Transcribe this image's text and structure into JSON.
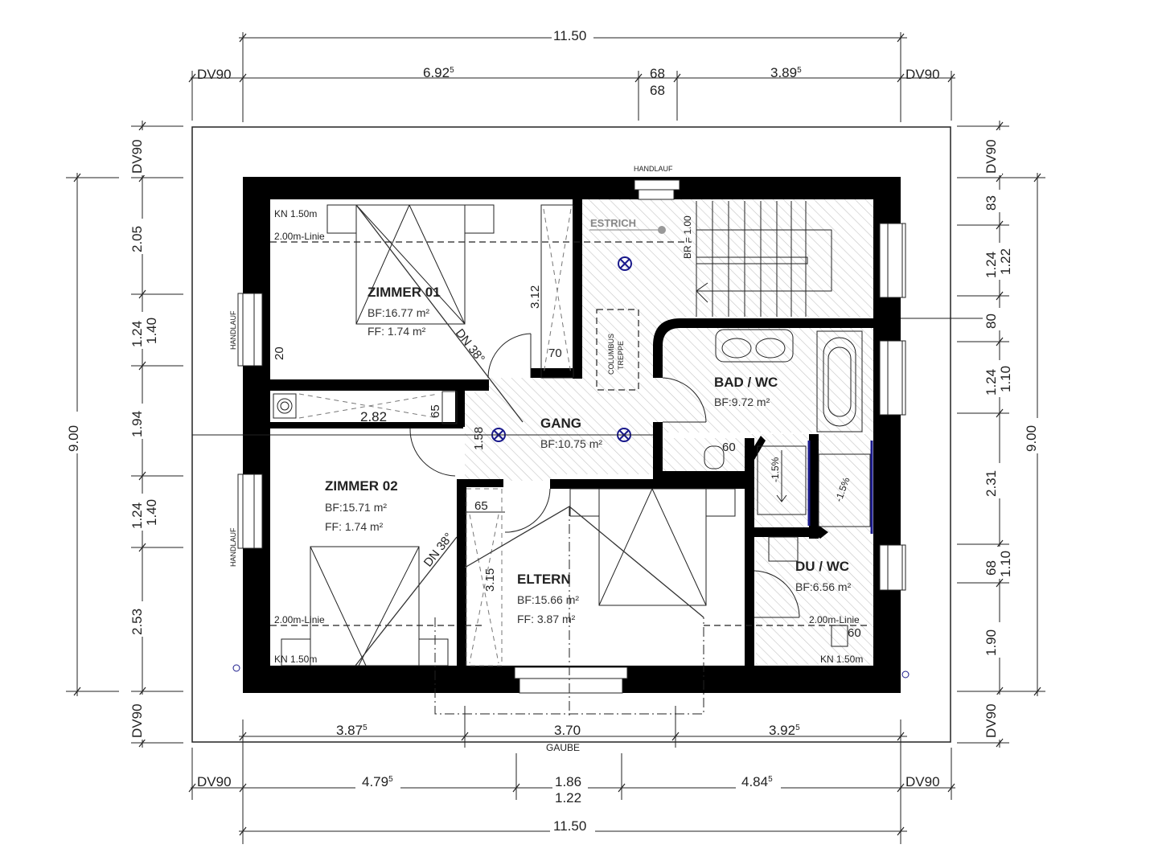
{
  "plan": {
    "dimensions_top": {
      "overall": "11.50",
      "dv_left": "DV90",
      "seg1": "6.92",
      "seg1_sup": "5",
      "mid_top": "68",
      "mid_bottom": "68",
      "seg3": "3.89",
      "seg3_sup": "5",
      "dv_right": "DV90"
    },
    "dimensions_bottom": {
      "seg1": "3.87",
      "seg1_sup": "5",
      "seg2": "3.70",
      "seg3": "3.92",
      "seg3_sup": "5",
      "gaube": "GAUBE",
      "dv_left": "DV90",
      "row2_seg1": "4.79",
      "row2_seg1_sup": "5",
      "row2_mid_top": "1.86",
      "row2_mid_bottom": "1.22",
      "row2_seg3": "4.84",
      "row2_seg3_sup": "5",
      "dv_right": "DV90",
      "overall": "11.50"
    },
    "dimensions_left": {
      "overall": "9.00",
      "dv_top": "DV90",
      "seg1": "2.05",
      "seg2_a": "1.24",
      "seg2_b": "1.40",
      "seg3": "1.94",
      "seg4_a": "1.24",
      "seg4_b": "1.40",
      "seg5": "2.53",
      "dv_bottom": "DV90"
    },
    "dimensions_right": {
      "overall": "9.00",
      "dv_top": "DV90",
      "seg1": "83",
      "seg2_a": "1.24",
      "seg2_b": "1.22",
      "seg3": "80",
      "seg4_a": "1.24",
      "seg4_b": "1.10",
      "seg5": "2.31",
      "seg6_a": "68",
      "seg6_b": "1.10",
      "seg7": "1.90",
      "dv_bottom": "DV90"
    },
    "rooms": [
      {
        "id": "zimmer01",
        "name": "ZIMMER 01",
        "bf": "BF:16.77 m²",
        "ff": "FF:  1.74 m²"
      },
      {
        "id": "zimmer02",
        "name": "ZIMMER 02",
        "bf": "BF:15.71 m²",
        "ff": "FF:  1.74 m²"
      },
      {
        "id": "gang",
        "name": "GANG",
        "bf": "BF:10.75 m²"
      },
      {
        "id": "bad",
        "name": "BAD / WC",
        "bf": "BF:9.72 m²"
      },
      {
        "id": "eltern",
        "name": "ELTERN",
        "bf": "BF:15.66 m²",
        "ff": "FF:  3.87 m²"
      },
      {
        "id": "du",
        "name": "DU / WC",
        "bf": "BF:6.56 m²"
      }
    ],
    "annotations": {
      "handlauf": "HANDLAUF",
      "estrich": "ESTRICH",
      "br": "BR = 1.00",
      "columbus_1": "COLUMBUS",
      "columbus_2": "TREPPE",
      "kn_z1": "KN 1.50m",
      "linie_z1": "2.00m-Linie",
      "kn_z2": "KN 1.50m",
      "linie_z2": "2.00m-Linie",
      "kn_du": "KN 1.50m",
      "linie_du": "2.00m-Linie",
      "dn_z1": "DN 38°",
      "dn_z2": "DN 38°",
      "dim_312": "3.12",
      "dim_70": "70",
      "dim_20": "20",
      "dim_282": "2.82",
      "dim_65a": "65",
      "dim_158": "1.58",
      "dim_65b": "65",
      "dim_315": "3.15",
      "dim_60a": "60",
      "dim_60b": "60",
      "slope_1": "-1.5%",
      "slope_2": "-1.5%"
    },
    "colors": {
      "wall": "#000000",
      "line": "#222222",
      "lamp": "#1a1a8c",
      "hatch": "#bbbbbb"
    }
  }
}
